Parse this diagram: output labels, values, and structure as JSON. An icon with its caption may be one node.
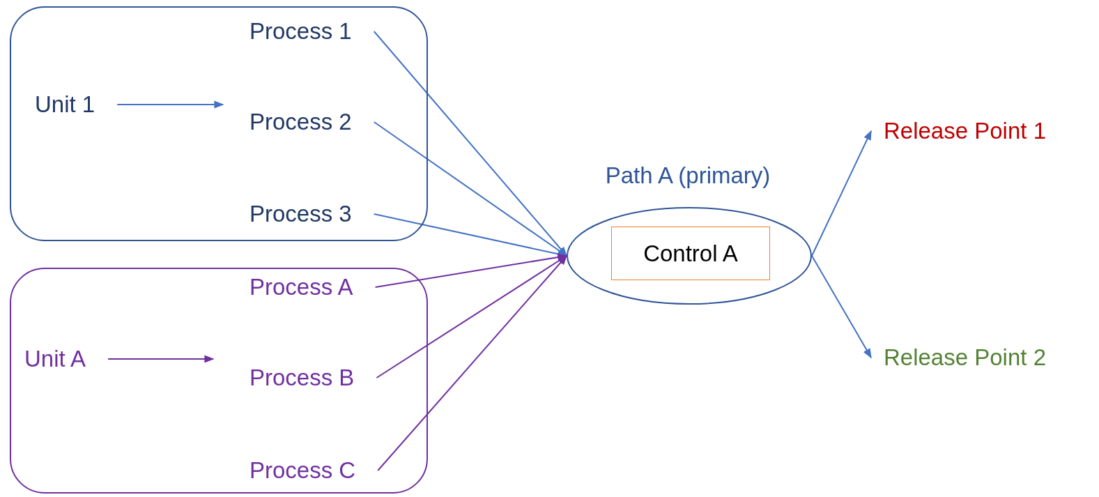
{
  "diagram": {
    "nodes": [
      {
        "text": [],
        "shape": "box"
      },
      {
        "text": [
          "Unit 1"
        ],
        "in": 0
      },
      {
        "text": [
          "Process 1"
        ],
        "in": 0
      },
      {
        "text": [
          "Process 2"
        ],
        "in": 0
      },
      {
        "text": [
          "Process 3"
        ],
        "in": 0
      },
      {
        "text": [],
        "shape": "box"
      },
      {
        "text": [
          "Unit A"
        ],
        "in": 5
      },
      {
        "text": [
          "Process A"
        ],
        "in": 5
      },
      {
        "text": [
          "Process B"
        ],
        "in": 5
      },
      {
        "text": [
          "Process C"
        ],
        "in": 5
      },
      {
        "text": [
          "Path A (primary)"
        ]
      },
      {
        "text": [
          "Control A"
        ],
        "in": 10
      },
      {
        "text": [
          "Release Point 1"
        ]
      },
      {
        "text": [
          "Release Point 2"
        ]
      }
    ],
    "edges": [
      {
        "from": 1,
        "to": 3,
        "arrow": "to"
      },
      {
        "from": 6,
        "to": 8,
        "arrow": "to",
        "color": "#7030a0"
      },
      {
        "from": 2,
        "to": 10,
        "arrow": "to"
      },
      {
        "from": 3,
        "to": 10,
        "arrow": "to"
      },
      {
        "from": 4,
        "to": 10,
        "arrow": "to"
      },
      {
        "from": 7,
        "to": 10,
        "arrow": "to",
        "color": "#7030a0"
      },
      {
        "from": 8,
        "to": 10,
        "arrow": "to",
        "color": "#7030a0"
      },
      {
        "from": 9,
        "to": 10,
        "arrow": "to",
        "color": "#7030a0"
      },
      {
        "from": 10,
        "to": 12,
        "arrow": "to"
      },
      {
        "from": 10,
        "to": 13,
        "arrow": "to"
      }
    ]
  }
}
